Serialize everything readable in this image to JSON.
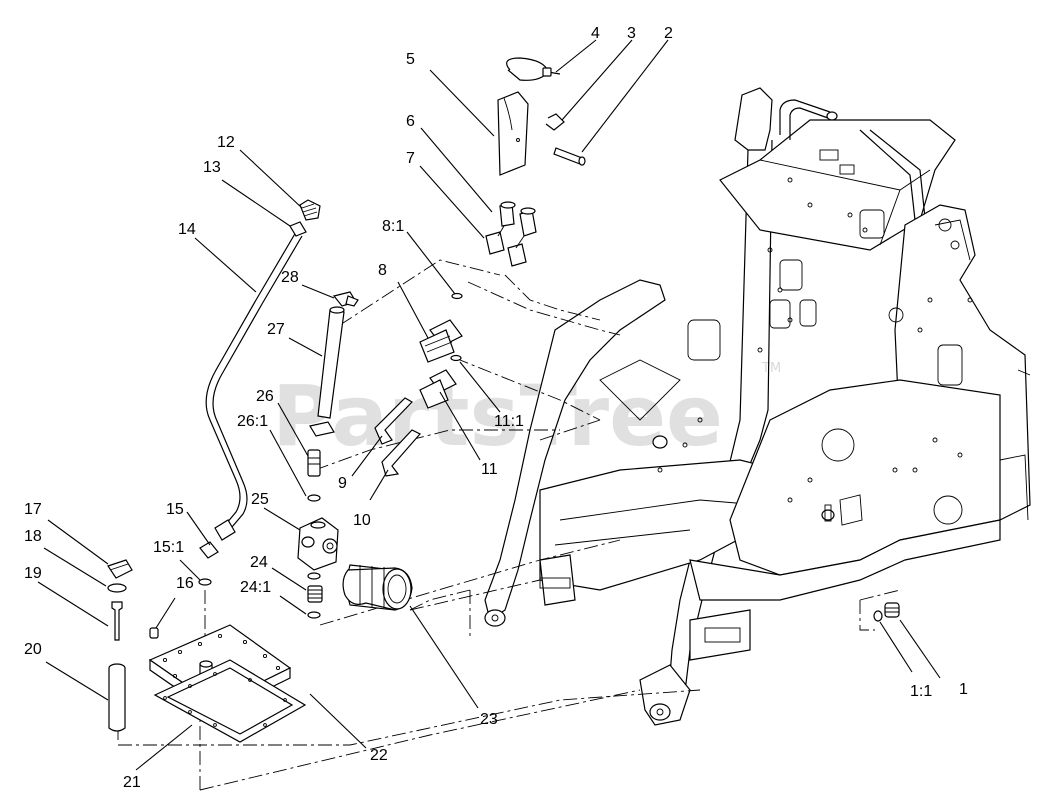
{
  "watermark": {
    "text": "PartsTree",
    "tm": "TM"
  },
  "callouts": [
    {
      "id": "1",
      "label": "1"
    },
    {
      "id": "1:1",
      "label": "1:1"
    },
    {
      "id": "2",
      "label": "2"
    },
    {
      "id": "3",
      "label": "3"
    },
    {
      "id": "4",
      "label": "4"
    },
    {
      "id": "5",
      "label": "5"
    },
    {
      "id": "6",
      "label": "6"
    },
    {
      "id": "7",
      "label": "7"
    },
    {
      "id": "8",
      "label": "8"
    },
    {
      "id": "8:1",
      "label": "8:1"
    },
    {
      "id": "9",
      "label": "9"
    },
    {
      "id": "10",
      "label": "10"
    },
    {
      "id": "11",
      "label": "11"
    },
    {
      "id": "11:1",
      "label": "11:1"
    },
    {
      "id": "12",
      "label": "12"
    },
    {
      "id": "13",
      "label": "13"
    },
    {
      "id": "14",
      "label": "14"
    },
    {
      "id": "15",
      "label": "15"
    },
    {
      "id": "15:1",
      "label": "15:1"
    },
    {
      "id": "16",
      "label": "16"
    },
    {
      "id": "17",
      "label": "17"
    },
    {
      "id": "18",
      "label": "18"
    },
    {
      "id": "19",
      "label": "19"
    },
    {
      "id": "20",
      "label": "20"
    },
    {
      "id": "21",
      "label": "21"
    },
    {
      "id": "22",
      "label": "22"
    },
    {
      "id": "23",
      "label": "23"
    },
    {
      "id": "24",
      "label": "24"
    },
    {
      "id": "24:1",
      "label": "24:1"
    },
    {
      "id": "25",
      "label": "25"
    },
    {
      "id": "26",
      "label": "26"
    },
    {
      "id": "26:1",
      "label": "26:1"
    },
    {
      "id": "27",
      "label": "27"
    },
    {
      "id": "28",
      "label": "28"
    }
  ]
}
